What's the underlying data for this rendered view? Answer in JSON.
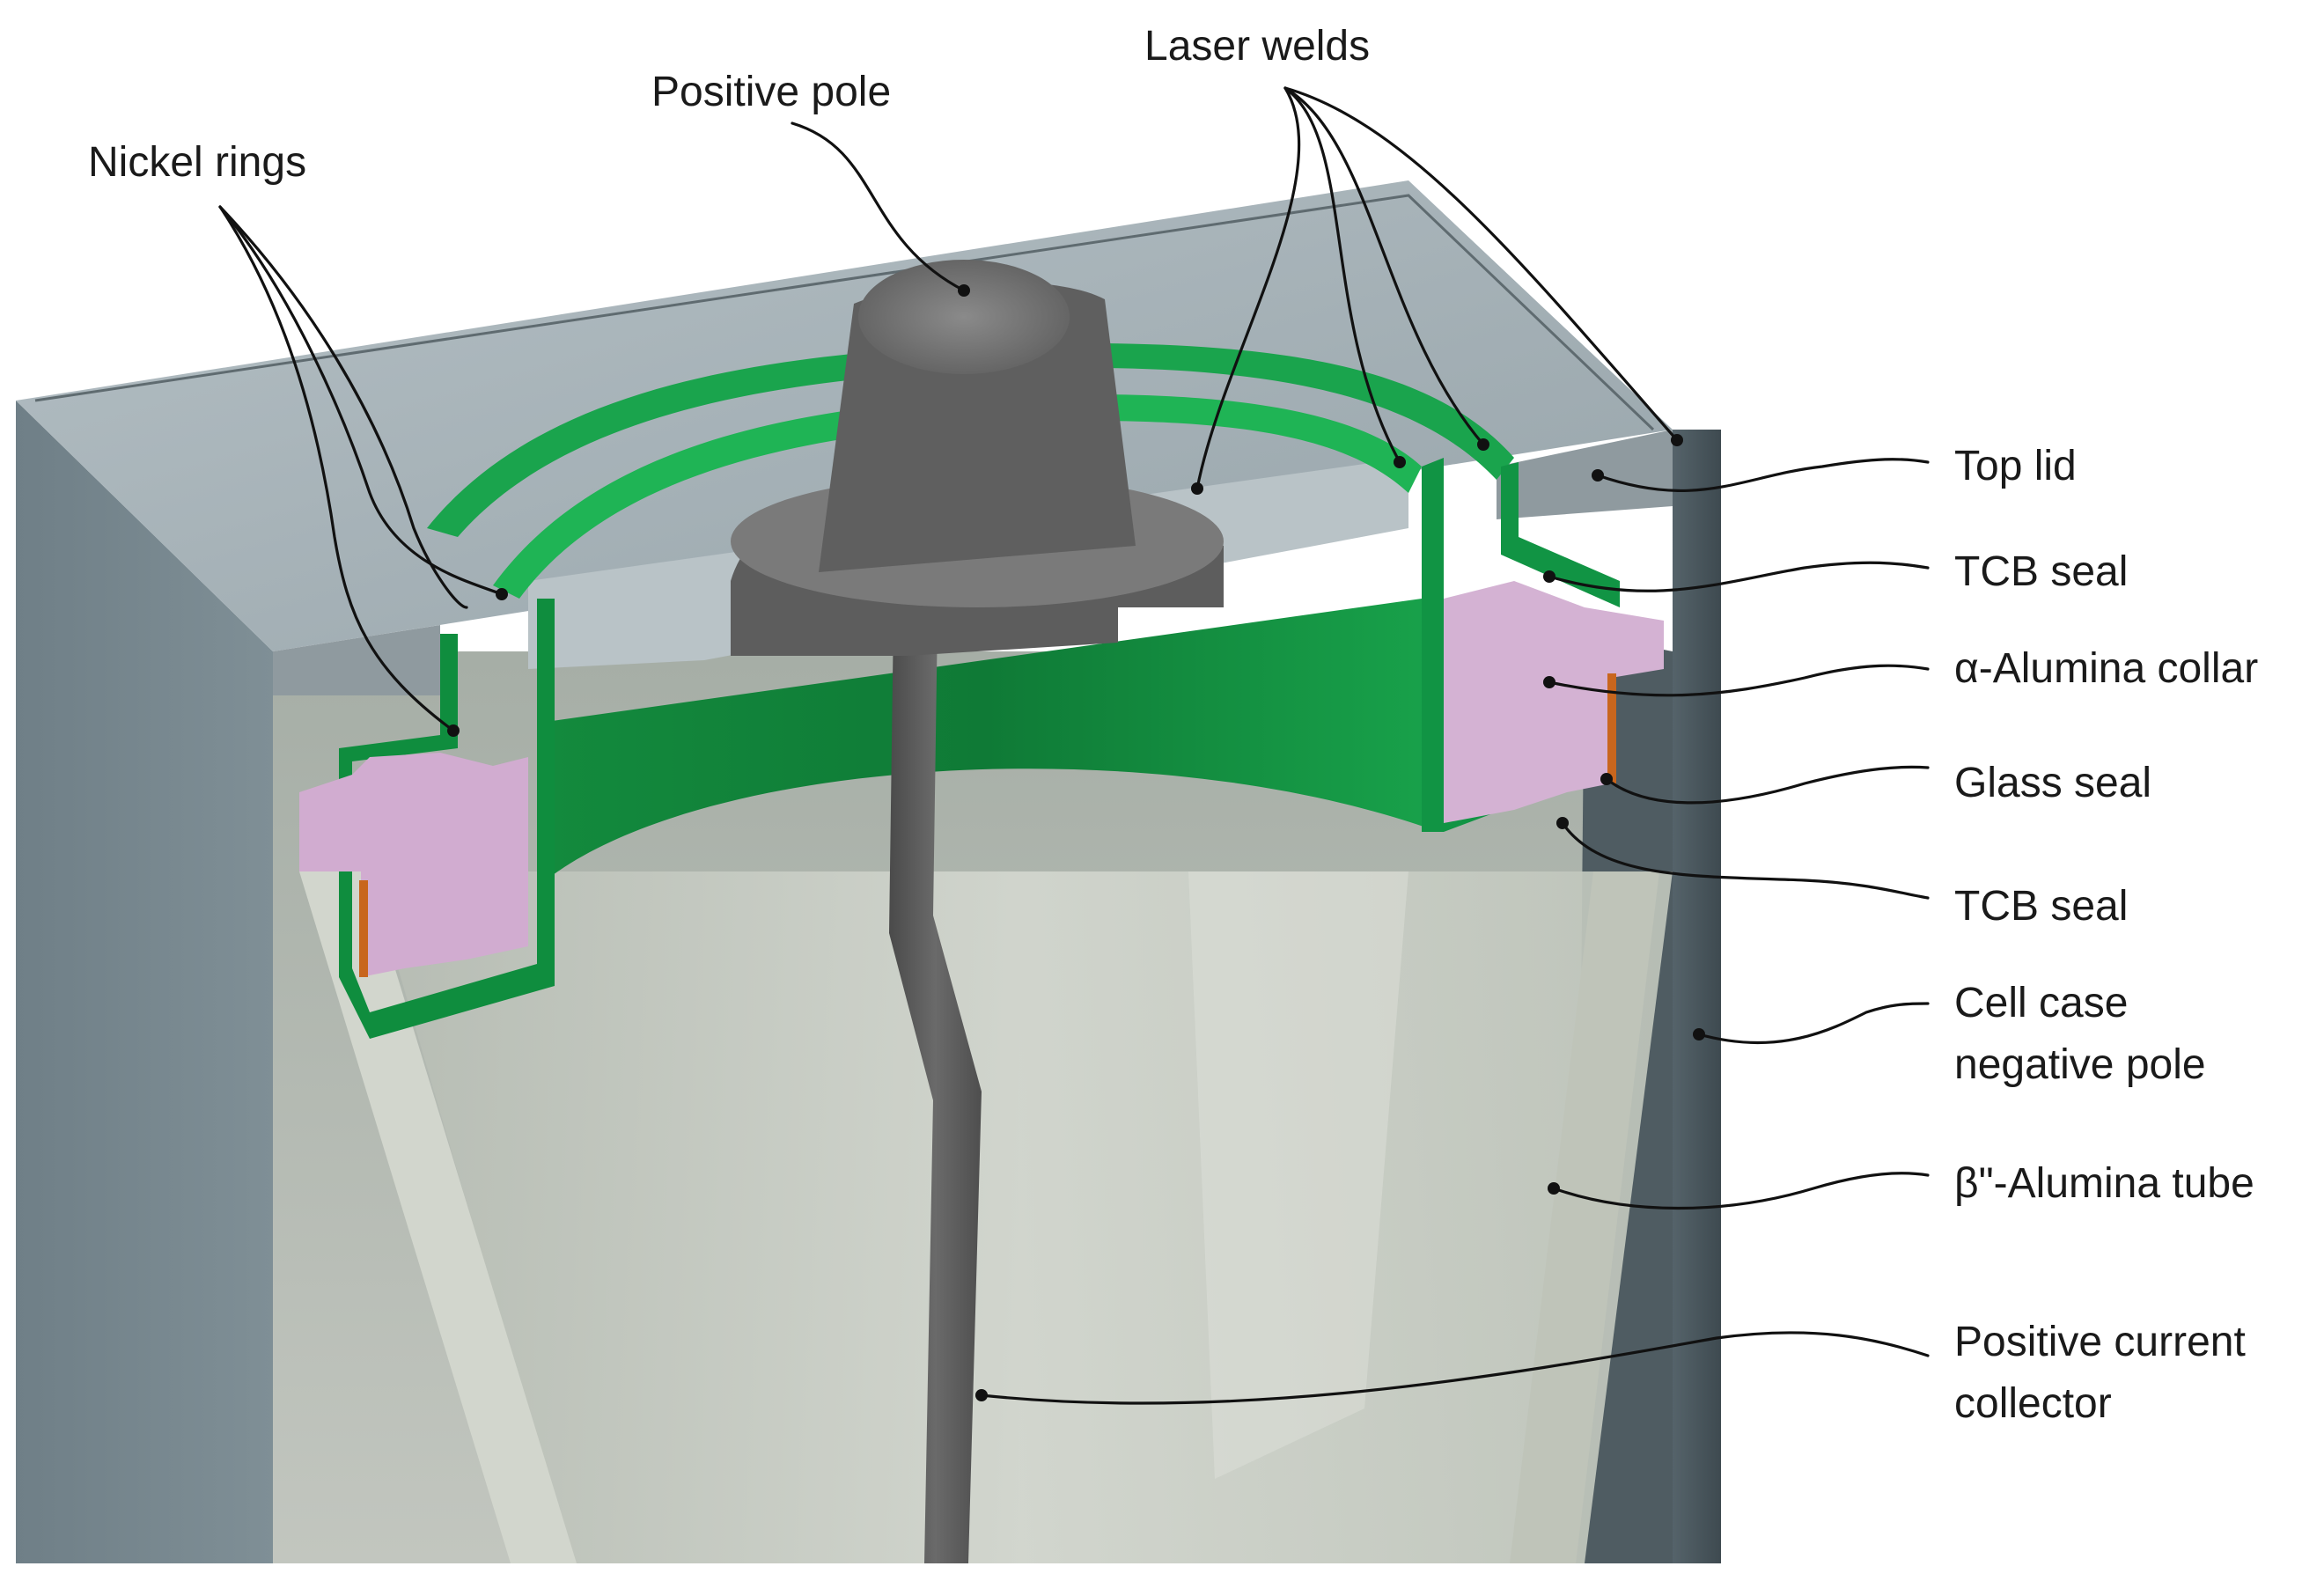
{
  "diagram": {
    "labels": {
      "nickel_rings": "Nickel rings",
      "positive_pole": "Positive pole",
      "laser_welds": "Laser welds",
      "top_lid": "Top lid",
      "tcb_seal_upper": "TCB seal",
      "alpha_alumina_collar": "α-Alumina collar",
      "glass_seal": "Glass seal",
      "tcb_seal_lower": "TCB seal",
      "cell_case_line1": "Cell case",
      "cell_case_line2": "negative pole",
      "beta_alumina_tube": "β\"-Alumina tube",
      "current_collector_line1": "Positive current",
      "current_collector_line2": "collector"
    },
    "colors": {
      "case": "#7d8d94",
      "lid": "#a4b0b5",
      "nickel": "#17a34a",
      "collar": "#d4aed0",
      "glass_seal": "#c8661e",
      "beta_tube": "#c9cfc6",
      "pole": "#585858"
    }
  }
}
